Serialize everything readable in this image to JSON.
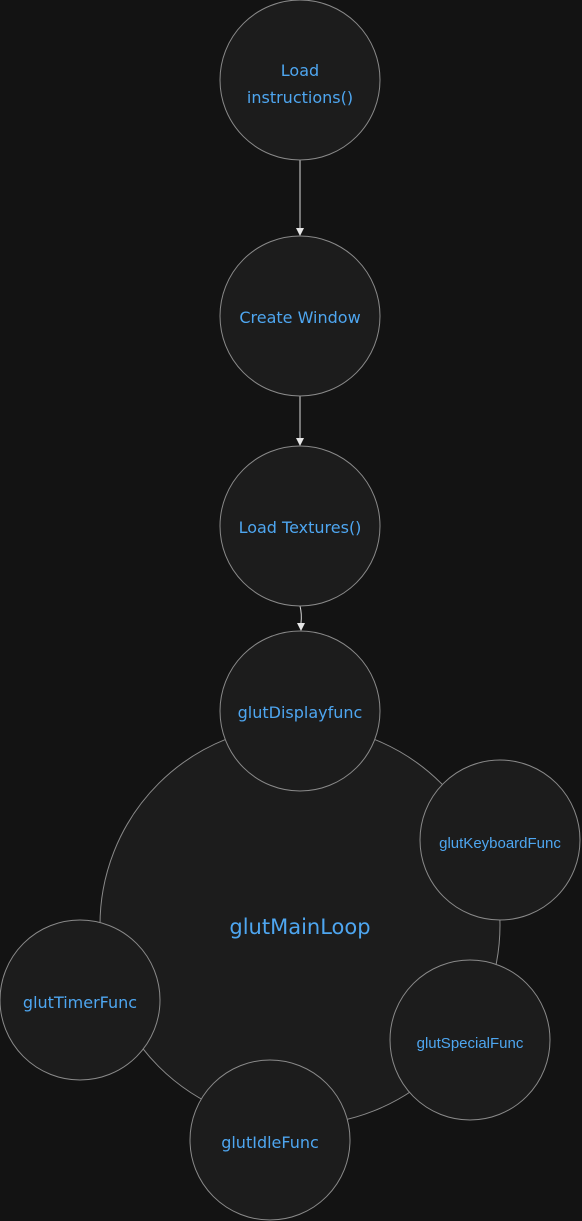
{
  "diagram": {
    "nodes": [
      {
        "id": "load-instructions",
        "lines": [
          "Load",
          "instructions()"
        ]
      },
      {
        "id": "create-window",
        "lines": [
          "Create Window"
        ]
      },
      {
        "id": "load-textures",
        "lines": [
          "Load Textures()"
        ]
      },
      {
        "id": "glut-displayfunc",
        "lines": [
          "glutDisplayfunc"
        ]
      },
      {
        "id": "glut-keyboardfunc",
        "lines": [
          "glutKeyboardFunc"
        ]
      },
      {
        "id": "glut-specialfunc",
        "lines": [
          "glutSpecialFunc"
        ]
      },
      {
        "id": "glut-idlefunc",
        "lines": [
          "glutIdleFunc"
        ]
      },
      {
        "id": "glut-timerfunc",
        "lines": [
          "glutTimerFunc"
        ]
      }
    ],
    "main_loop": {
      "label": "glutMainLoop"
    },
    "edges": [
      {
        "from": "load-instructions",
        "to": "create-window"
      },
      {
        "from": "create-window",
        "to": "load-textures"
      },
      {
        "from": "load-textures",
        "to": "glut-displayfunc"
      }
    ],
    "colors": {
      "background": "#131313",
      "node_fill": "#1c1c1c",
      "node_stroke": "#8a8a8a",
      "label": "#4ea6f0",
      "arrow": "#e6e6e6"
    }
  }
}
